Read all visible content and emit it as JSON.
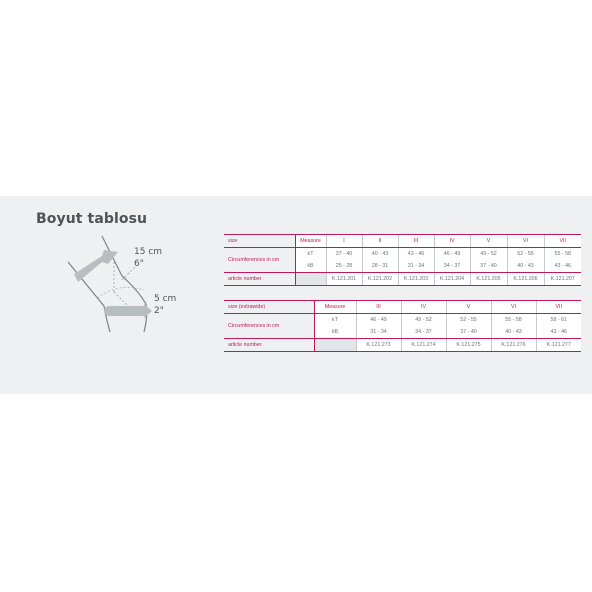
{
  "title": "Boyut tablosu",
  "illustration": {
    "upper_cm": "15 cm",
    "upper_in": "6\"",
    "lower_cm": "5 cm",
    "lower_in": "2\""
  },
  "table1": {
    "label_size": "size",
    "label_measure": "Measure",
    "sizes": [
      "I",
      "II",
      "III",
      "IV",
      "V",
      "VI",
      "VII"
    ],
    "label_circ": "Circumferences in cm",
    "kT_label": "kT",
    "kB_label": "kB",
    "kT": [
      "37 - 40",
      "40 - 43",
      "43 - 46",
      "46 - 49",
      "49 - 52",
      "52 - 55",
      "55 - 58"
    ],
    "kB": [
      "25 - 28",
      "28 - 31",
      "31 - 34",
      "34 - 37",
      "37 - 40",
      "40 - 43",
      "43 - 46"
    ],
    "label_article": "article number",
    "articles": [
      "K.121.201",
      "K.121.202",
      "K.121.203",
      "K.121.204",
      "K.121.205",
      "K.121.206",
      "K.121.207"
    ]
  },
  "table2": {
    "label_size": "size (extrawide)",
    "label_measure": "Measure",
    "sizes": [
      "III",
      "IV",
      "V",
      "VI",
      "VII"
    ],
    "label_circ": "Circumferences in cm",
    "kT_label": "kT",
    "kB_label": "kB",
    "kT": [
      "46 - 49",
      "49 - 52",
      "52 - 55",
      "55 - 58",
      "58 - 61"
    ],
    "kB": [
      "31 - 34",
      "34 - 37",
      "37 - 40",
      "40 - 43",
      "43 - 46"
    ],
    "label_article": "article number",
    "articles": [
      "K.121.273",
      "K.121.274",
      "K.121.275",
      "K.121.276",
      "K.121.277"
    ]
  },
  "colors": {
    "accent": "#c0185d",
    "text": "#4d5356",
    "panel": "#eef0f1"
  }
}
